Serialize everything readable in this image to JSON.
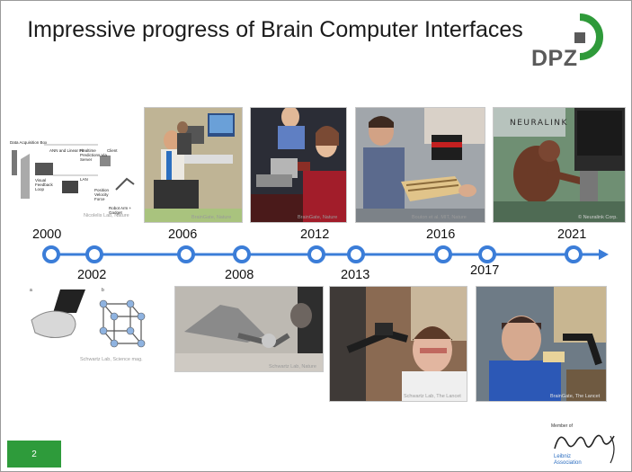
{
  "title": "Impressive progress of Brain Computer Interfaces",
  "logo": {
    "text": "DPZ",
    "colors": {
      "green": "#2f9a3a",
      "gray": "#5a5a5a"
    }
  },
  "timeline": {
    "color": "#3b7dd8",
    "years": [
      "2000",
      "2002",
      "2006",
      "2008",
      "2012",
      "2013",
      "2016",
      "2017",
      "2021"
    ]
  },
  "photos": {
    "p1": {
      "caption": "Nicolelis Lab, Nature",
      "labels": [
        "Data Acquisition Box",
        "ANN and Linear Fit",
        "Realtime Predictions Via Server",
        "Client",
        "Visual Feedback Loop",
        "LAN",
        "Position Velocity Force",
        "Robot Arm + Gadget"
      ]
    },
    "p2": {
      "caption": "BrainGate, Nature"
    },
    "p3": {
      "caption": "BrainGate, Nature"
    },
    "p4": {
      "caption": "Bouton et al. MIT, Nature"
    },
    "p5": {
      "caption": "© Neuralink Corp.",
      "sign": "NEURALINK"
    },
    "p6": {
      "caption": "Schwartz Lab, Science mag.",
      "labels": [
        "a",
        "b"
      ]
    },
    "p7": {
      "caption": "Schwartz Lab, Nature"
    },
    "p8": {
      "caption": "Schwartz Lab, The Lancet"
    },
    "p9": {
      "caption": "BrainGate, The Lancet"
    }
  },
  "page_number": "2",
  "leibniz": {
    "member": "Member of",
    "line1": "Leibniz",
    "line2": "Association"
  }
}
